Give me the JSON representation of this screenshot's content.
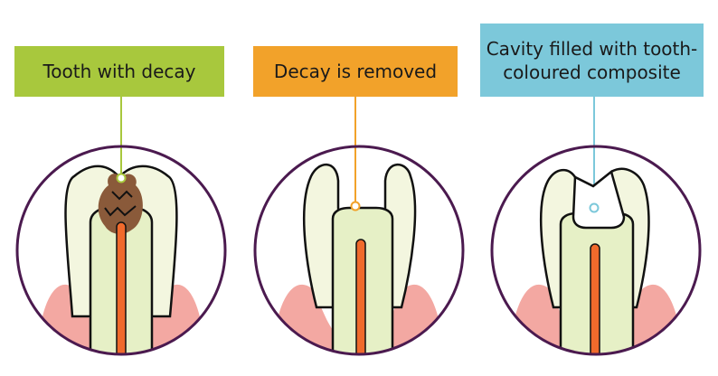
{
  "panels": [
    {
      "label": "Tooth with decay",
      "color": "#a8c83d"
    },
    {
      "label": "Decay is removed",
      "color": "#f2a22a"
    },
    {
      "label": "Cavity filled with tooth-coloured composite",
      "color": "#7cc8da"
    }
  ],
  "colors": {
    "ring": "#4b1a4f",
    "enamel": "#f3f6df",
    "dentin": "#e6f0c6",
    "pulp": "#f06a2c",
    "gum": "#f3a8a2",
    "decay": "#8a5a3a",
    "filling": "#ffffff"
  }
}
